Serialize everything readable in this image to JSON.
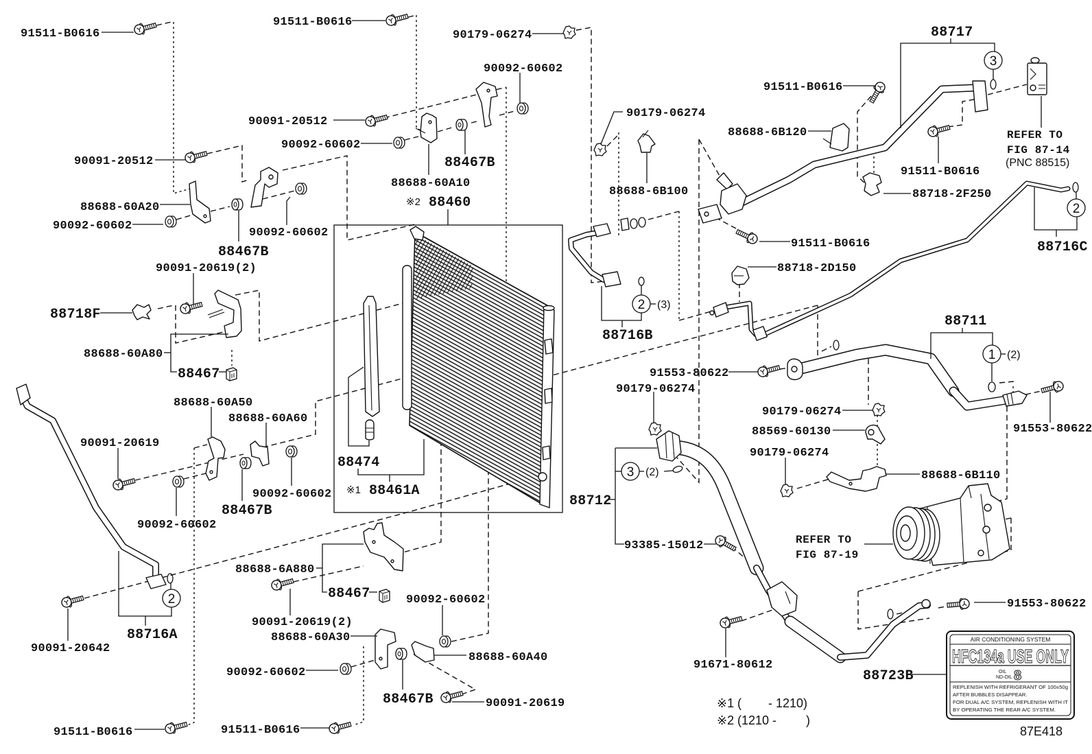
{
  "figure_code": "87E418",
  "callouts": [
    {
      "part": "91511-B0616"
    },
    {
      "part": "91511-B0616"
    },
    {
      "part": "90179-06274"
    },
    {
      "part": "90092-60602"
    },
    {
      "part": "90091-20512"
    },
    {
      "part": "90092-60602"
    },
    {
      "part": "88467B"
    },
    {
      "part": "88688-60A10"
    },
    {
      "part": "88460"
    },
    {
      "part": "90091-20512"
    },
    {
      "part": "88688-60A20"
    },
    {
      "part": "90092-60602"
    },
    {
      "part": "90092-60602"
    },
    {
      "part": "88467B"
    },
    {
      "part": "90091-20619(2)"
    },
    {
      "part": "88718F"
    },
    {
      "part": "88688-60A80"
    },
    {
      "part": "88467"
    },
    {
      "part": "88688-60A50"
    },
    {
      "part": "88688-60A60"
    },
    {
      "part": "90091-20619"
    },
    {
      "part": "90092-60602"
    },
    {
      "part": "88467B"
    },
    {
      "part": "90092-60602"
    },
    {
      "part": "88474"
    },
    {
      "part": "88461A"
    },
    {
      "part": "90179-06274"
    },
    {
      "part": "88688-6B100"
    },
    {
      "part": "91511-B0616"
    },
    {
      "part": "88688-6B120"
    },
    {
      "part": "88717"
    },
    {
      "part": "91511-B0616"
    },
    {
      "part": "88718-2F250"
    },
    {
      "part": "88716C"
    },
    {
      "part": "91511-B0616"
    },
    {
      "part": "88718-2D150"
    },
    {
      "part": "88716B"
    },
    {
      "part": "91553-80622"
    },
    {
      "part": "90179-06274"
    },
    {
      "part": "88712"
    },
    {
      "part": "93385-15012"
    },
    {
      "part": "88711"
    },
    {
      "part": "90179-06274"
    },
    {
      "part": "88569-60130"
    },
    {
      "part": "90179-06274"
    },
    {
      "part": "91553-80622"
    },
    {
      "part": "88688-6B110"
    },
    {
      "part": "91553-80622"
    },
    {
      "part": "91671-80612"
    },
    {
      "part": "88723B"
    },
    {
      "part": "88688-6A880"
    },
    {
      "part": "88467"
    },
    {
      "part": "90091-20619(2)"
    },
    {
      "part": "88688-60A30"
    },
    {
      "part": "90092-60602"
    },
    {
      "part": "88467B"
    },
    {
      "part": "90091-20619"
    },
    {
      "part": "88688-60A40"
    },
    {
      "part": "90092-60602"
    },
    {
      "part": "91511-B0616"
    },
    {
      "part": "91511-B0616"
    },
    {
      "part": "90091-20642"
    },
    {
      "part": "88716A"
    }
  ],
  "marks": {
    "note1": "※1",
    "note2": "※2"
  },
  "circle_refs": [
    {
      "num": "3",
      "qty": ""
    },
    {
      "num": "2",
      "qty": ""
    },
    {
      "num": "2",
      "qty": "(3)"
    },
    {
      "num": "1",
      "qty": "(2)"
    },
    {
      "num": "3",
      "qty": "(2)"
    },
    {
      "num": "2",
      "qty": ""
    }
  ],
  "references": [
    {
      "line1": "REFER TO",
      "line2": "FIG 87-14",
      "line3": "(PNC 88515)"
    },
    {
      "line1": "REFER TO",
      "line2": "FIG 87-19"
    }
  ],
  "notes": [
    {
      "mark": "※1",
      "open": "(",
      "close": "- 1210)"
    },
    {
      "mark": "※2",
      "open": "(1210 -",
      "close": ")"
    }
  ],
  "sticker": {
    "header": "AIR CONDITIONING SYSTEM",
    "warning": "HFC134a USE ONLY",
    "oil_label_1": "OIL",
    "oil_label_2": "ND-OIL",
    "oil_grade": "8",
    "instructions": [
      "REPLENISH WITH REFRIGERANT OF 100±50g",
      "AFTER BUBBLES DISAPPEAR.",
      "FOR DUAL A/C SYSTEM, REPLENISH WITH IT",
      "BY OPERATING THE REAR A/C SYSTEM."
    ]
  }
}
